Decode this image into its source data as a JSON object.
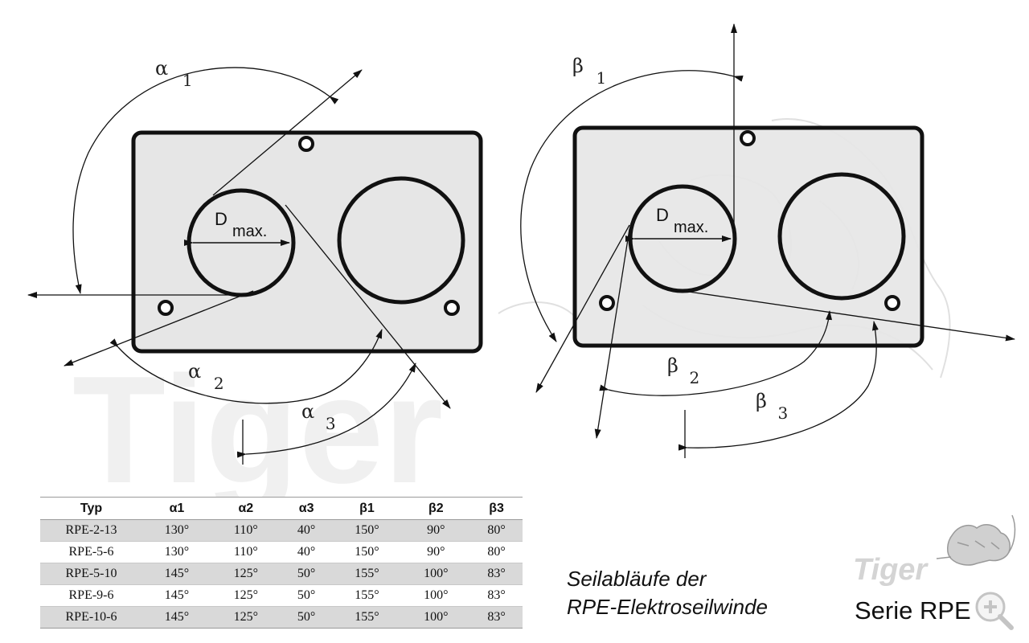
{
  "diagram": {
    "left_panel": {
      "angle_labels": [
        {
          "greek": "α",
          "index": "1"
        },
        {
          "greek": "α",
          "index": "2"
        },
        {
          "greek": "α",
          "index": "3"
        }
      ],
      "dmax": {
        "main": "D",
        "sub": "max."
      }
    },
    "right_panel": {
      "angle_labels": [
        {
          "greek": "β",
          "index": "1"
        },
        {
          "greek": "β",
          "index": "2"
        },
        {
          "greek": "β",
          "index": "3"
        }
      ],
      "dmax": {
        "main": "D",
        "sub": "max."
      }
    },
    "watermark_text": "Tiger"
  },
  "table": {
    "headers": [
      "Typ",
      "α1",
      "α2",
      "α3",
      "β1",
      "β2",
      "β3"
    ],
    "rows": [
      [
        "RPE-2-13",
        "130°",
        "110°",
        "40°",
        "150°",
        "90°",
        "80°"
      ],
      [
        "RPE-5-6",
        "130°",
        "110°",
        "40°",
        "150°",
        "90°",
        "80°"
      ],
      [
        "RPE-5-10",
        "145°",
        "125°",
        "50°",
        "155°",
        "100°",
        "83°"
      ],
      [
        "RPE-9-6",
        "145°",
        "125°",
        "50°",
        "155°",
        "100°",
        "83°"
      ],
      [
        "RPE-10-6",
        "145°",
        "125°",
        "50°",
        "155°",
        "100°",
        "83°"
      ]
    ]
  },
  "caption": {
    "line1": "Seilabläufe der",
    "line2": "RPE-Elektroseilwinde"
  },
  "branding": {
    "logo_text": "Tiger",
    "series": "Serie RPE"
  },
  "icons": {
    "zoom": "zoom-in-icon",
    "logo": "tiger-logo-icon"
  },
  "colors": {
    "plate_fill": "#e6e6e6",
    "plate_stroke": "#111111",
    "line": "#111111",
    "table_shade": "#d9d9d9",
    "watermark": "#ececec"
  }
}
